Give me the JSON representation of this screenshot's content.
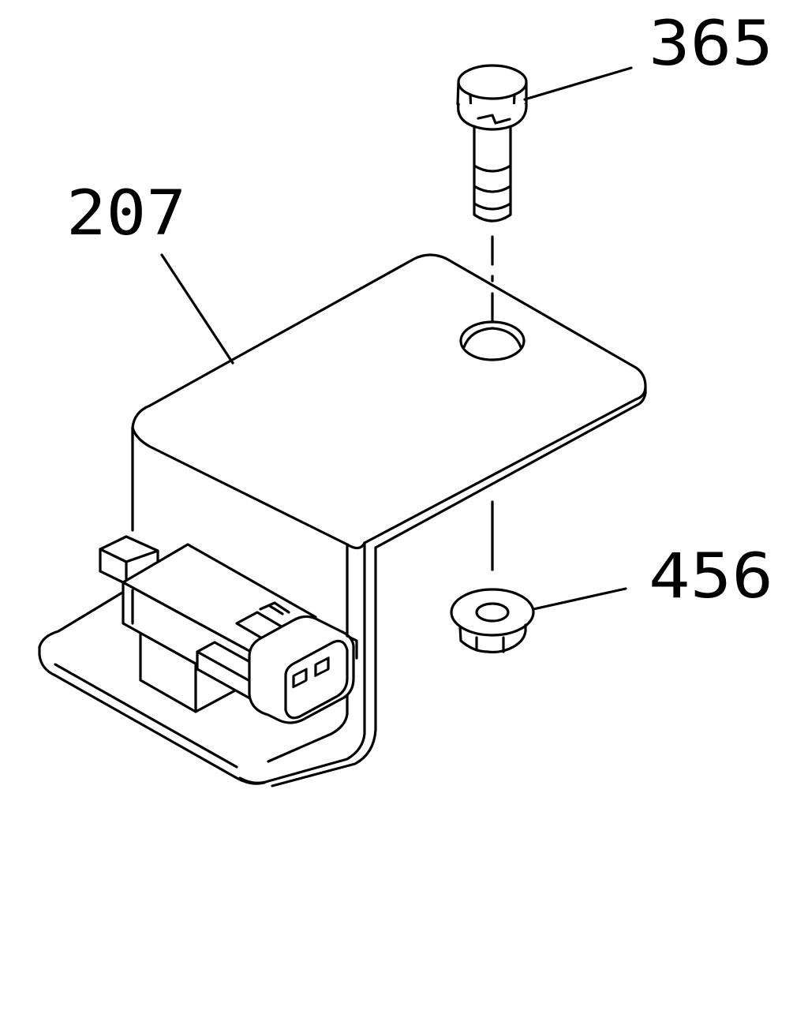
{
  "diagram": {
    "callouts": {
      "bolt": "365",
      "bracket_assembly": "207",
      "nut": "456"
    },
    "colors": {
      "line": "#000000",
      "background": "#ffffff"
    }
  }
}
